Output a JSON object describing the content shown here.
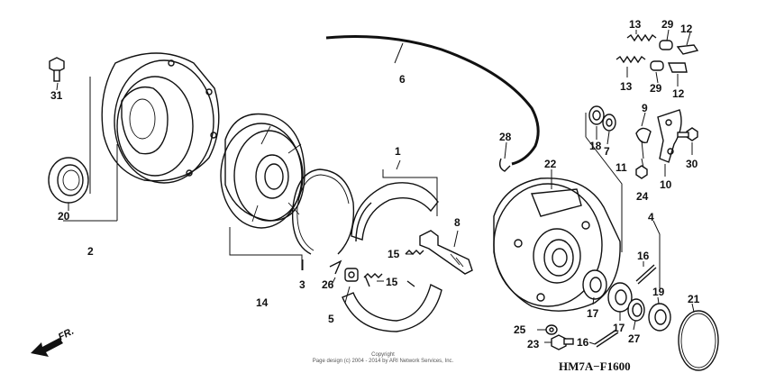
{
  "diagram": {
    "code": "HM7A−F1600",
    "copyright_line1": "Copyright",
    "copyright_line2": "Page design (c) 2004 - 2014 by ARI Network Services, Inc.",
    "front_label": "FR.",
    "callouts": {
      "c1": "1",
      "c2": "2",
      "c3": "3",
      "c4": "4",
      "c5": "5",
      "c6": "6",
      "c7": "7",
      "c8": "8",
      "c9": "9",
      "c10": "10",
      "c11": "11",
      "c12a": "12",
      "c12b": "12",
      "c13a": "13",
      "c13b": "13",
      "c14": "14",
      "c15a": "15",
      "c15b": "15",
      "c16a": "16",
      "c16b": "16",
      "c17a": "17",
      "c17b": "17",
      "c18": "18",
      "c19": "19",
      "c20": "20",
      "c21": "21",
      "c22": "22",
      "c23": "23",
      "c24": "24",
      "c25": "25",
      "c26": "26",
      "c27": "27",
      "c28": "28",
      "c29a": "29",
      "c29b": "29",
      "c30": "30",
      "c31": "31"
    }
  }
}
